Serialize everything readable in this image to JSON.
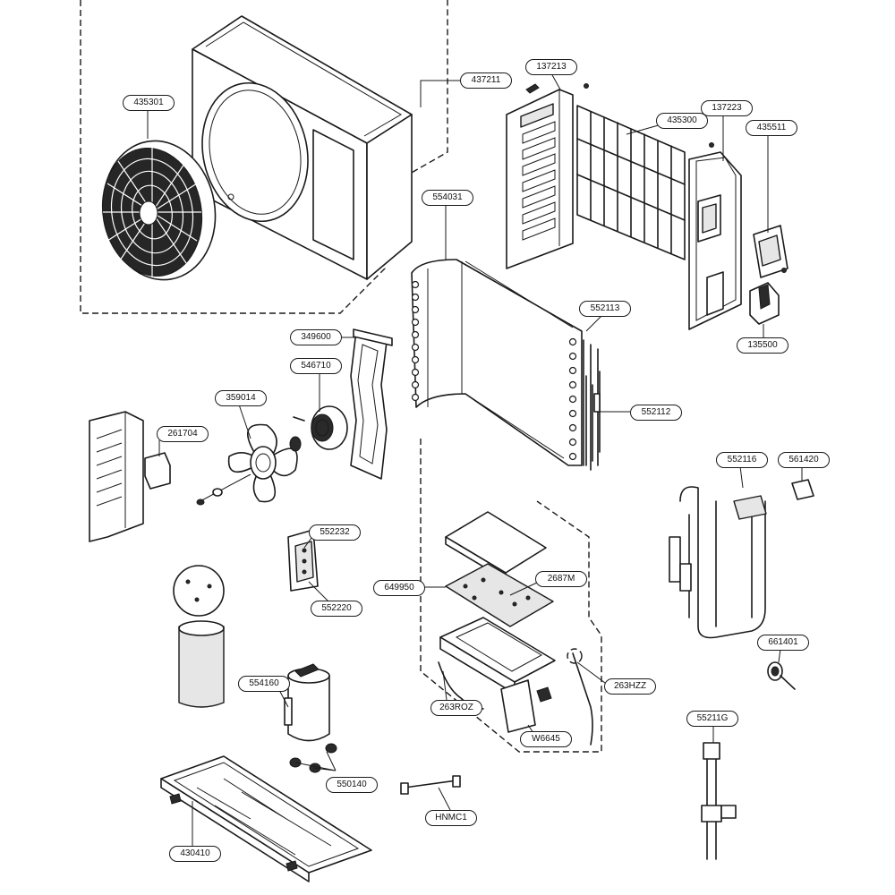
{
  "diagram": {
    "callouts": [
      {
        "id": "c435301",
        "text": "435301"
      },
      {
        "id": "c437211",
        "text": "437211"
      },
      {
        "id": "c137213",
        "text": "137213"
      },
      {
        "id": "c435300",
        "text": "435300"
      },
      {
        "id": "c137223",
        "text": "137223"
      },
      {
        "id": "c435511",
        "text": "435511"
      },
      {
        "id": "c554031",
        "text": "554031"
      },
      {
        "id": "c349600",
        "text": "349600"
      },
      {
        "id": "c546710",
        "text": "546710"
      },
      {
        "id": "c359014",
        "text": "359014"
      },
      {
        "id": "c261704",
        "text": "261704"
      },
      {
        "id": "c552113",
        "text": "552113"
      },
      {
        "id": "c552112",
        "text": "552112"
      },
      {
        "id": "c135500",
        "text": "135500"
      },
      {
        "id": "c552116",
        "text": "552116"
      },
      {
        "id": "c561420",
        "text": "561420"
      },
      {
        "id": "c552232",
        "text": "552232"
      },
      {
        "id": "c552220",
        "text": "552220"
      },
      {
        "id": "c649950",
        "text": "649950"
      },
      {
        "id": "c2687M",
        "text": "2687M"
      },
      {
        "id": "c661401",
        "text": "661401"
      },
      {
        "id": "c263HZZ",
        "text": "263HZZ"
      },
      {
        "id": "c263ROZ",
        "text": "263ROZ"
      },
      {
        "id": "cW6645",
        "text": "W6645"
      },
      {
        "id": "c554160",
        "text": "554160"
      },
      {
        "id": "c550140",
        "text": "550140"
      },
      {
        "id": "c55211G",
        "text": "55211G"
      },
      {
        "id": "cHNMC1",
        "text": "HNMC1"
      },
      {
        "id": "c430410",
        "text": "430410"
      }
    ]
  }
}
